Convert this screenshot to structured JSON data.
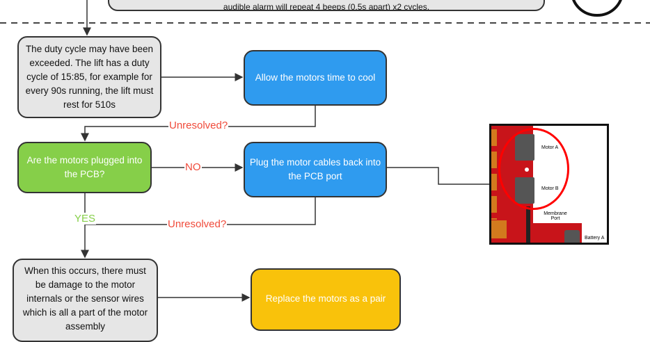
{
  "top_box": {
    "text": "audible alarm will repeat 4 beeps (0.5s apart) x2 cycles."
  },
  "boxes": {
    "duty_cycle": "The duty cycle may have been exceeded. The lift has a duty cycle of 15:85, for example for every 90s running, the lift must rest for 510s",
    "cool": "Allow the motors time to cool",
    "plugged": "Are the motors plugged into the PCB?",
    "plug_back": "Plug the motor cables back into the PCB port",
    "damage": "When this occurs, there must be damage to the motor internals or the sensor wires which is all a part of the motor assembly",
    "replace": "Replace the motors as a pair"
  },
  "labels": {
    "unresolved1": "Unresolved?",
    "no": "NO",
    "yes": "YES",
    "unresolved2": "Unresolved?"
  },
  "pcb_image": {
    "motor_a": "Motor A",
    "motor_b": "Motor B",
    "membrane": "Membrane Port",
    "battery": "Battery A"
  },
  "colors": {
    "blue": "#2f9bef",
    "green": "#86cf49",
    "yellow": "#f9c20b",
    "gray": "#e6e6e6",
    "red": "#f04a3a"
  }
}
